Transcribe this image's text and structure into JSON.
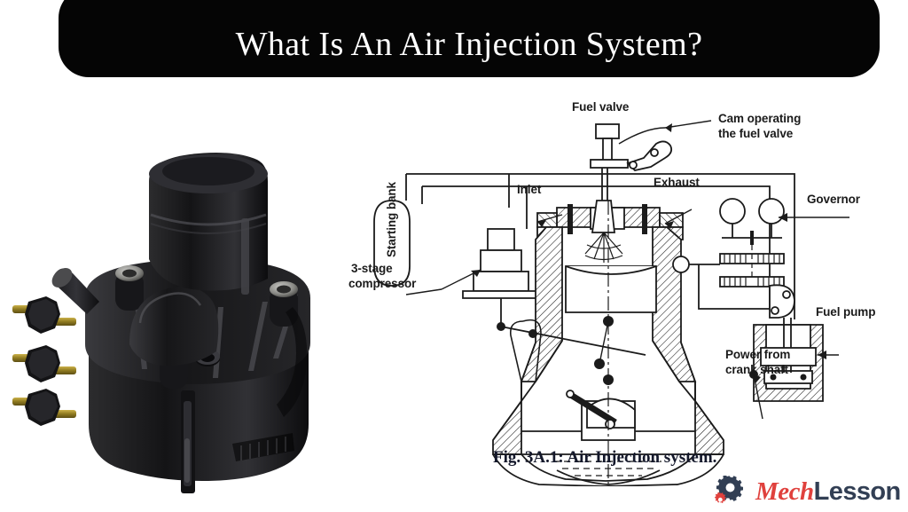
{
  "banner": {
    "title": "What Is An Air Injection System?",
    "background_color": "#050505",
    "text_color": "#ffffff"
  },
  "left_photo": {
    "main_part_name": "secondary-air-injection-pump",
    "small_parts_name": "air-check-valves",
    "small_parts_count": 3,
    "body_color": "#1d1d1f",
    "brass_color": "#a9932f"
  },
  "diagram": {
    "caption": "Fig. 3A.1: Air Injection system.",
    "line_color": "#1b1b1b",
    "labels": {
      "fuel_valve": "Fuel valve",
      "cam_operating_1": "Cam operating",
      "cam_operating_2": "the fuel valve",
      "inlet": "Inlet",
      "exhaust": "Exhaust",
      "governor": "Governor",
      "starting_bank": "Starting bank",
      "compressor_1": "3-stage",
      "compressor_2": "compressor",
      "fuel_pump": "Fuel pump",
      "power_1": "Power from",
      "power_2": "crank shaft"
    }
  },
  "logo": {
    "text_primary": "Mech",
    "text_secondary": "Lesson",
    "primary_color": "#e0413d",
    "secondary_color": "#323f54",
    "gear_dark_color": "#323f54",
    "gear_red_color": "#e0413d"
  }
}
